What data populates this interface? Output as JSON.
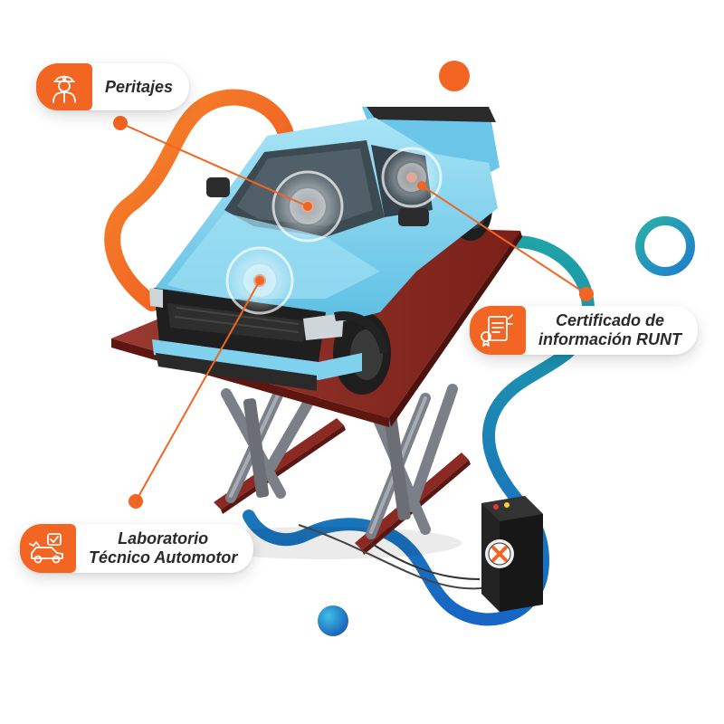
{
  "theme": {
    "accent": "#f26522",
    "accent_dark": "#e0541a",
    "blue": "#1a8fd6",
    "teal": "#2aa7a8",
    "truck_body": "#7fd1ee",
    "lift_red": "#8a2a22"
  },
  "callouts": {
    "peritajes": {
      "label": "Peritajes",
      "icon": "mechanic-icon"
    },
    "runt": {
      "line1": "Certificado de",
      "line2": "información RUNT",
      "icon": "certificate-icon"
    },
    "laboratorio": {
      "line1": "Laboratorio",
      "line2": "Técnico Automotor",
      "icon": "car-check-icon"
    }
  }
}
